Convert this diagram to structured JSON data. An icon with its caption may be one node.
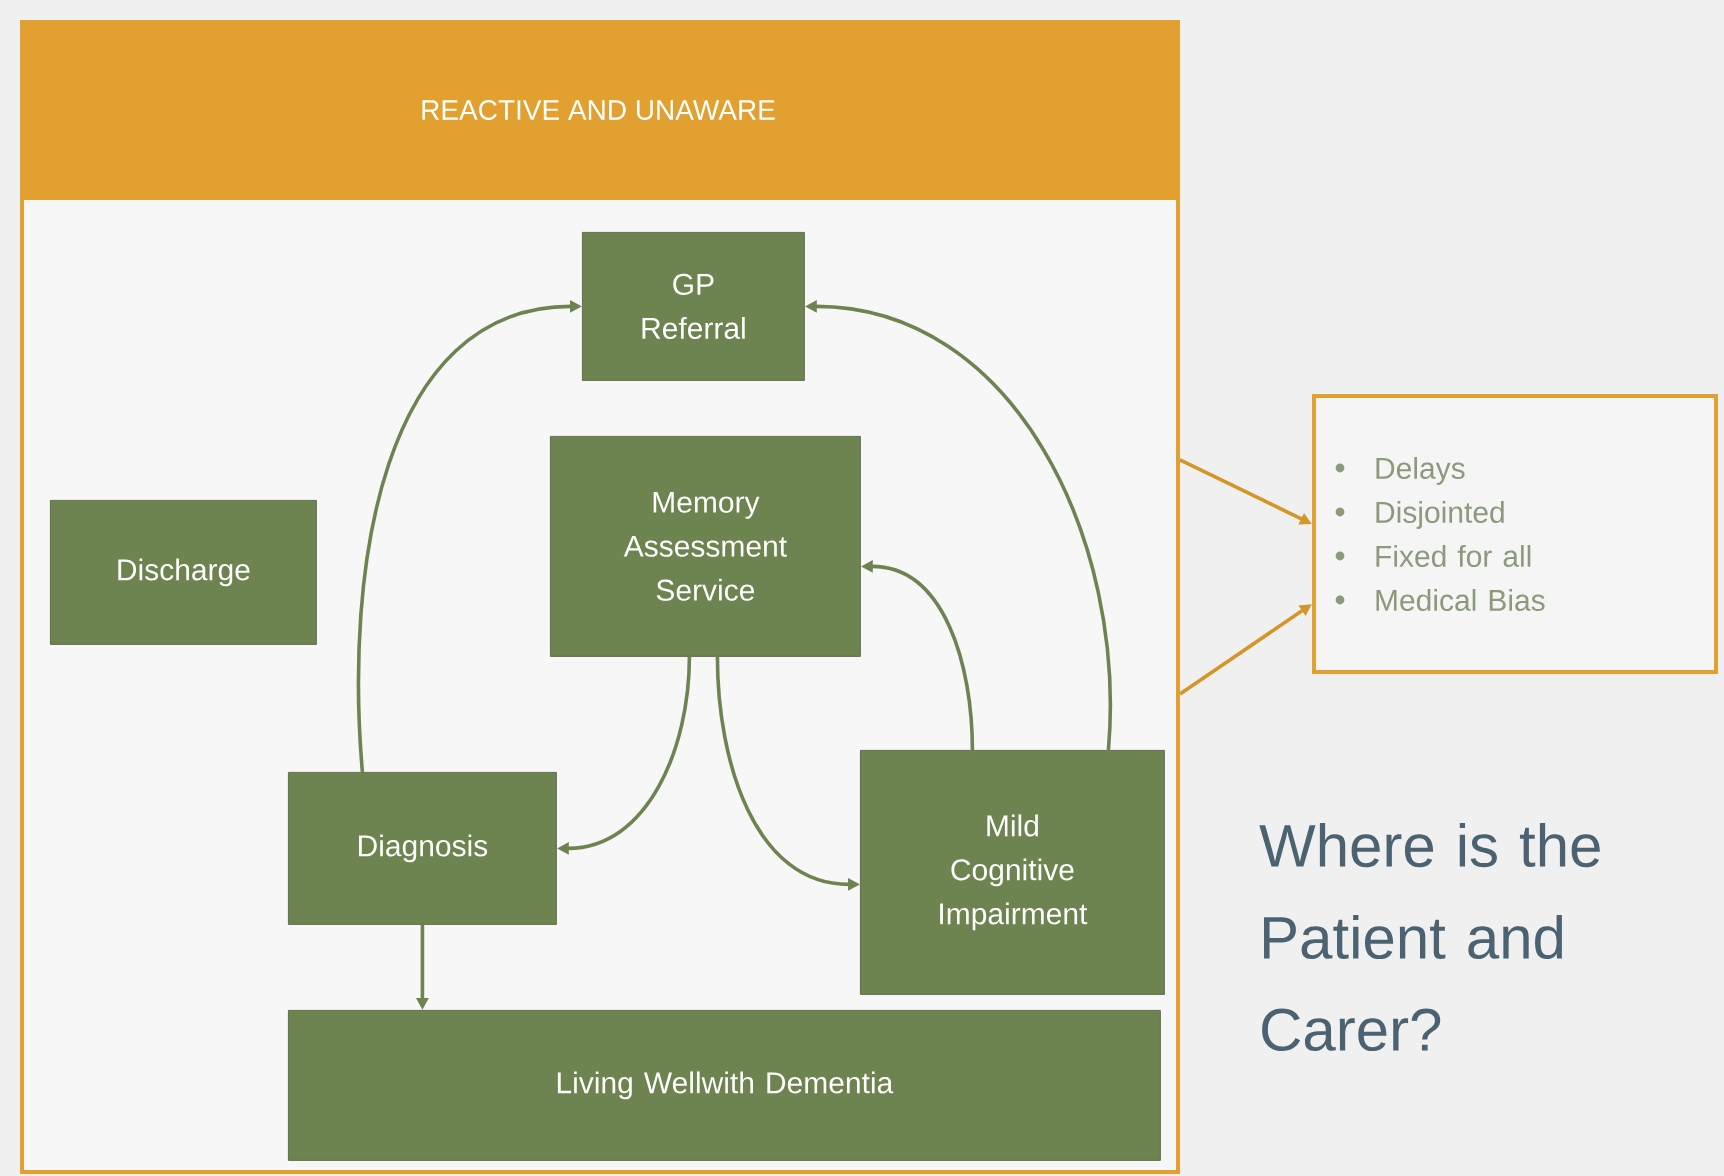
{
  "diagram": {
    "nodes": [
      {
        "text": [
          "REACTIVE AND UNAWARE"
        ]
      },
      {
        "text": [
          "GP Referral"
        ],
        "in": 0
      },
      {
        "text": [
          "Memory Assessment Service"
        ],
        "in": 0
      },
      {
        "text": [
          "Discharge"
        ],
        "in": 0
      },
      {
        "text": [
          "Diagnosis"
        ],
        "in": 0
      },
      {
        "text": [
          "Mild Cognitive Impairment"
        ],
        "in": 0
      },
      {
        "text": [
          "Living Wellwith Dementia"
        ],
        "in": 0
      },
      {
        "text": [
          "Delays",
          "Disjointed",
          "Fixed for all",
          "Medical Bias"
        ]
      }
    ],
    "edges": [
      {
        "from": 4,
        "to": 1,
        "arrow": "to"
      },
      {
        "from": 5,
        "to": 1,
        "arrow": "to"
      },
      {
        "from": 2,
        "to": 4,
        "arrow": "to"
      },
      {
        "from": 2,
        "to": 5,
        "arrow": "to"
      },
      {
        "from": 5,
        "to": 2,
        "arrow": "to"
      },
      {
        "from": 4,
        "to": 6,
        "arrow": "to"
      },
      {
        "from": 0,
        "to": 7,
        "arrow": "to",
        "color": "#d4952a"
      },
      {
        "from": 0,
        "to": 7,
        "arrow": "to",
        "color": "#d4952a"
      }
    ],
    "labels": [
      "Where is the Patient and Carer?"
    ]
  }
}
